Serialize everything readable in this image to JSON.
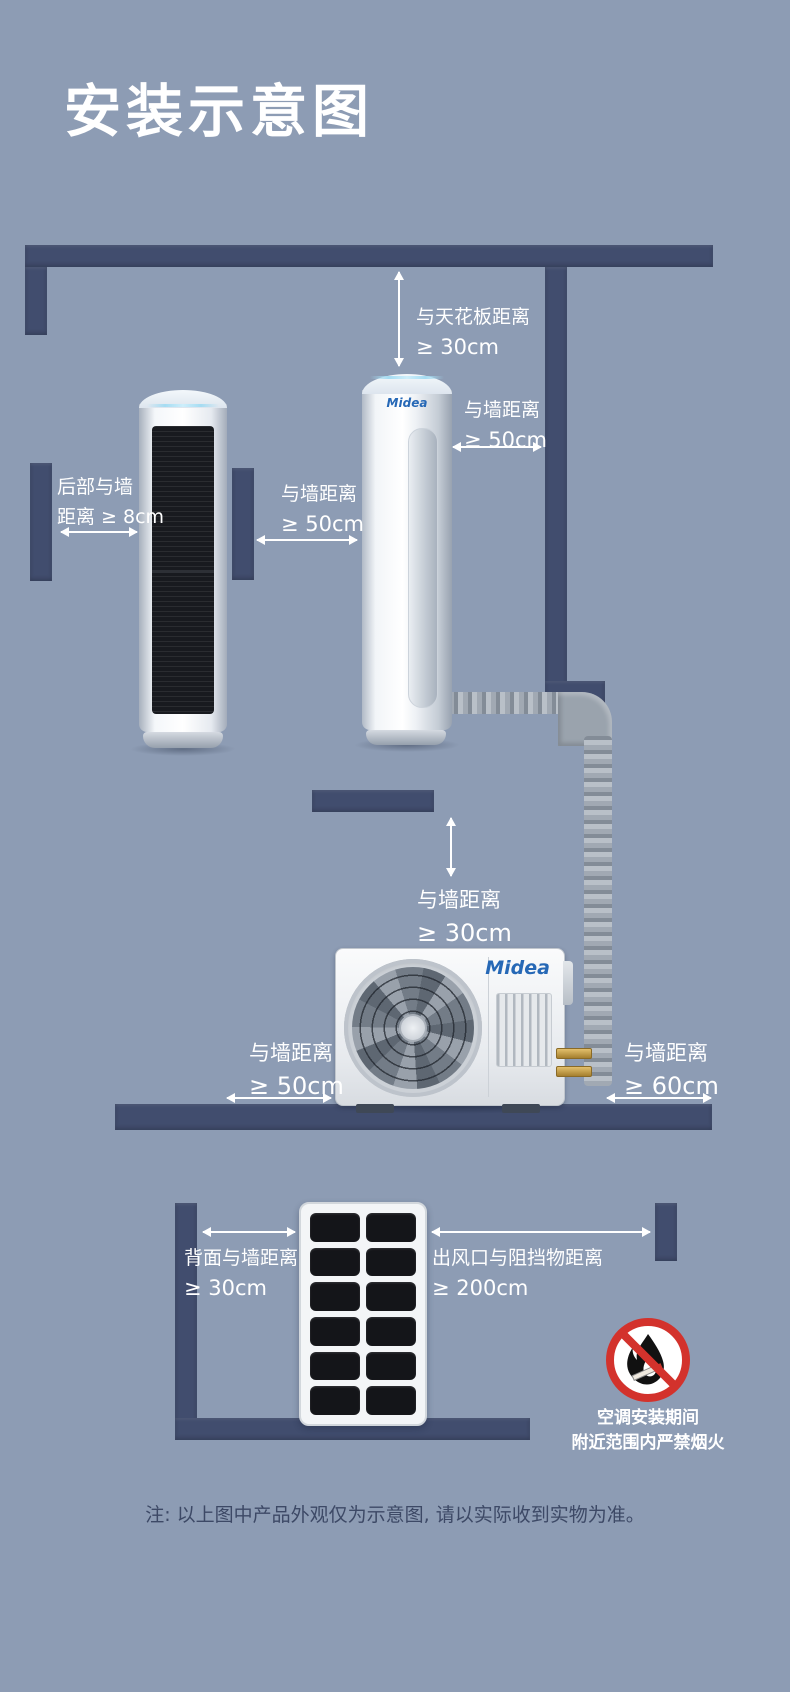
{
  "title": "安装示意图",
  "brand": "Midea",
  "labels": {
    "ceiling": {
      "line1": "与天花板距离",
      "line2": "≥ 30cm"
    },
    "right_wall": {
      "line1": "与墙距离",
      "line2": "≥ 50cm"
    },
    "rear_wall": {
      "line1": "后部与墙",
      "line2": "距离 ≥ 8cm"
    },
    "between_units": {
      "line1": "与墙距离",
      "line2": "≥ 50cm"
    },
    "outdoor_top": {
      "line1": "与墙距离",
      "line2": "≥ 30cm"
    },
    "outdoor_left": {
      "line1": "与墙距离",
      "line2": "≥ 50cm"
    },
    "outdoor_right": {
      "line1": "与墙距离",
      "line2": "≥ 60cm"
    },
    "back_to_wall": {
      "line1": "背面与墙距离",
      "line2": "≥ 30cm"
    },
    "air_outlet": {
      "line1": "出风口与阻挡物距离",
      "line2": "≥ 200cm"
    }
  },
  "warning": {
    "line1": "空调安装期间",
    "line2": "附近范围内严禁烟火"
  },
  "note": "注: 以上图中产品外观仅为示意图, 请以实际收到实物为准。",
  "colors": {
    "background": "#8d9cb4",
    "wall": "#414d6e",
    "label_text": "#ffffff",
    "note_text": "#3d4966",
    "brand_blue": "#2668b6",
    "warning_red": "#d3322c"
  }
}
